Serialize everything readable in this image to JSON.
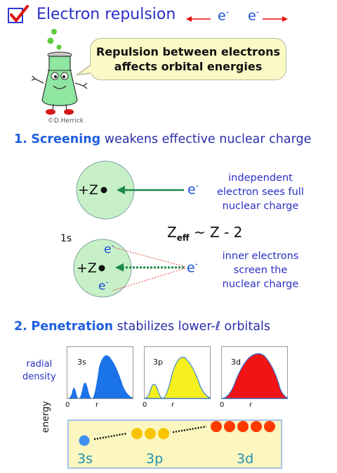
{
  "header": {
    "title": "Electron repulsion",
    "electron_symbol": "e",
    "electron_charge": "-"
  },
  "bubble": {
    "line1": "Repulsion between electrons",
    "line2": "affects orbital energies"
  },
  "credit": "©D.Herrick",
  "section1": {
    "number": "1.",
    "keyword": "Screening",
    "rest": "weakens effective nuclear charge",
    "nucleus_label": "+Z",
    "top_note": [
      "independent",
      "electron sees full",
      "nuclear charge"
    ],
    "bottom_note": [
      "inner electrons",
      "screen the",
      "nuclear charge"
    ],
    "shell_label": "1s",
    "zeff_symbol": "Z",
    "zeff_sub": "eff",
    "zeff_formula": "~ Z - 2"
  },
  "section2": {
    "number": "2.",
    "keyword": "Penetration",
    "rest": "stabilizes lower-ℓ orbitals",
    "radial_label": [
      "radial",
      "density"
    ],
    "axis_zero": "0",
    "axis_r": "r",
    "panels": [
      {
        "name": "3s",
        "color": "#1a73e8"
      },
      {
        "name": "3p",
        "color": "#f5ef1e"
      },
      {
        "name": "3d",
        "color": "#f21414"
      }
    ],
    "energy_label": "energy",
    "levels": [
      {
        "name": "3s",
        "dots": 1,
        "color": "#3d8ff0"
      },
      {
        "name": "3p",
        "dots": 3,
        "color": "#f8c400"
      },
      {
        "name": "3d",
        "dots": 5,
        "color": "#ff3a00"
      }
    ]
  },
  "colors": {
    "arrow_red": "#e01010",
    "arrow_green": "#1a8a4a",
    "circle_fill": "#c8f0c8"
  }
}
